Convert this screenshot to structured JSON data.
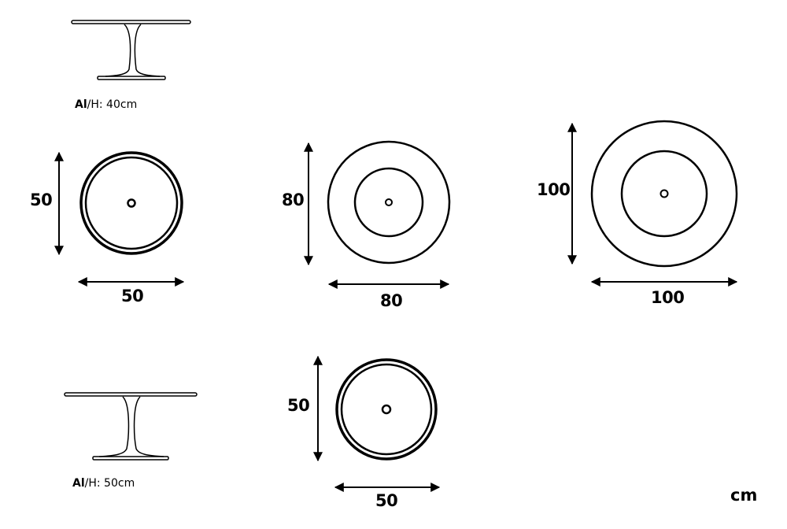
{
  "heights": [
    {
      "prefix": "Al",
      "suffix": "/H: 40cm"
    },
    {
      "prefix": "Al",
      "suffix": "/H: 50cm"
    }
  ],
  "tables": [
    {
      "diameter": 50,
      "height_label": "50",
      "width_label": "50",
      "style": "thick-rim"
    },
    {
      "diameter": 80,
      "height_label": "80",
      "width_label": "80",
      "style": "base-ring"
    },
    {
      "diameter": 100,
      "height_label": "100",
      "width_label": "100",
      "style": "base-ring"
    },
    {
      "diameter": 50,
      "height_label": "50",
      "width_label": "50",
      "style": "thick-rim"
    }
  ],
  "unit": "cm",
  "colors": {
    "line": "#000000",
    "background": "#ffffff"
  }
}
